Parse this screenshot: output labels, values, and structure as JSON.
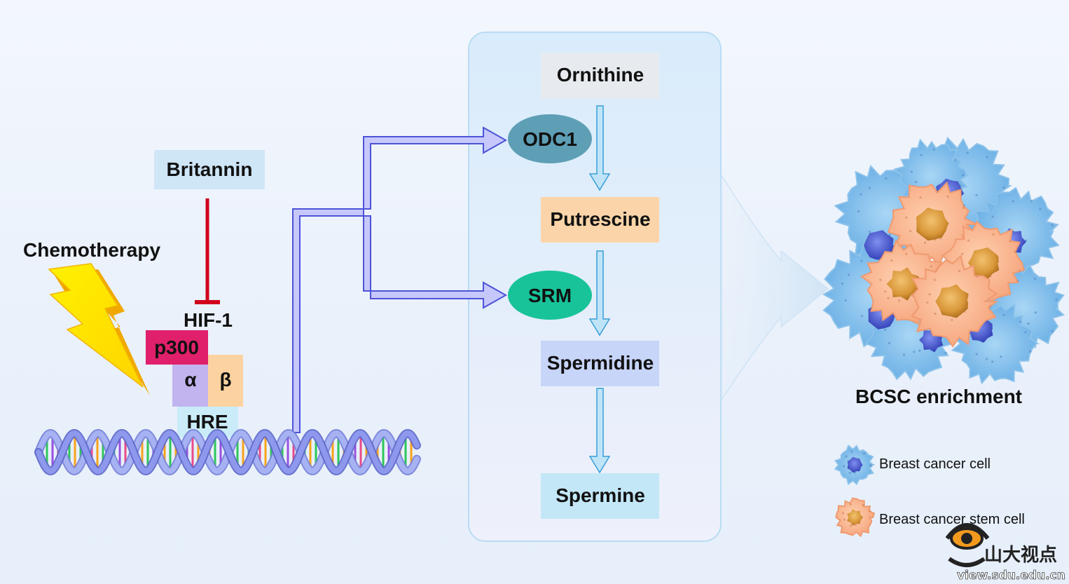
{
  "stimulus": {
    "chemotherapy": "Chemotherapy",
    "drug": "Britannin"
  },
  "complex": {
    "factor": "HIF-1",
    "coactivator": "p300",
    "alpha": "α",
    "beta": "β",
    "element": "HRE"
  },
  "pathway": {
    "metabolites": [
      "Ornithine",
      "Putrescine",
      "Spermidine",
      "Spermine"
    ],
    "enzymes": [
      "ODC1",
      "SRM"
    ]
  },
  "outcome": {
    "label": "BCSC enrichment"
  },
  "legend": {
    "cancer_cell": "Breast cancer cell",
    "stem_cell": "Breast cancer stem cell"
  },
  "watermark": {
    "brand": "山大视点",
    "url": "view.sdu.edu.cn"
  },
  "colors": {
    "inhibition": "#d0021b",
    "connector": "#8f93f0",
    "pathway_arrow": "#7cc8ee",
    "odc1": "#5e9fb6",
    "srm": "#19c39a",
    "p300": "#e0206a",
    "alpha": "#c2b4ef",
    "beta": "#fcd3a0",
    "bolt": "#ffe400"
  }
}
